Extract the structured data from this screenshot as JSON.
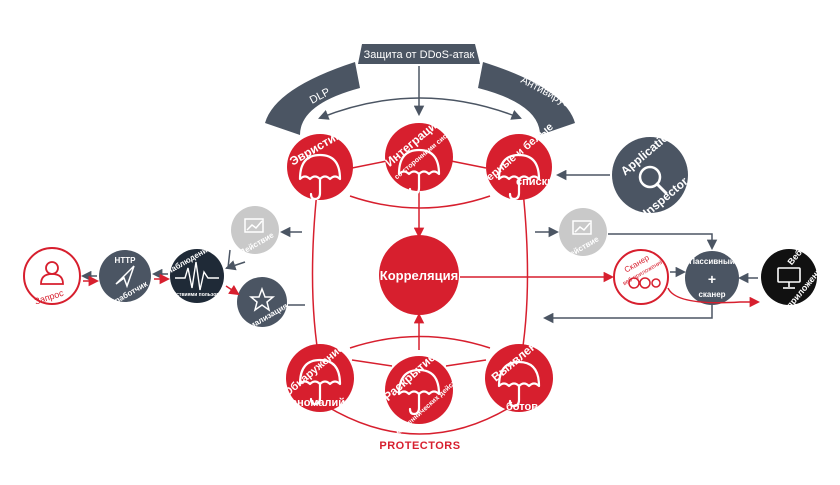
{
  "top_arc": {
    "left": "DLP",
    "center": "Защита от DDoS-атак",
    "right": "Антивирус"
  },
  "protectors_top": [
    {
      "line1": "Эвристика",
      "line2": ""
    },
    {
      "line1": "Интеграция",
      "line2": "со сторонними системами"
    },
    {
      "line1": "Черные и белые",
      "line2": "списки"
    }
  ],
  "protectors_bottom": [
    {
      "line1": "Обнаружение",
      "line2": "аномалий"
    },
    {
      "line1": "Раскрытие",
      "line2": "мошеннических действий"
    },
    {
      "line1": "Выявление",
      "line2": "ботов"
    }
  ],
  "center_node": "Корреляция",
  "protectors_label": "PROTECTORS",
  "app_inspector": {
    "line1": "Application",
    "line2": "Inspector"
  },
  "left_chain": {
    "request": "Запрос",
    "http": {
      "line1": "HTTP",
      "line2": "обработчик"
    },
    "observe": {
      "line1": "Наблюдение",
      "line2": "за действиями пользователя"
    },
    "action": "Действие",
    "normalize": "Нормализация"
  },
  "right_chain": {
    "action": "Действие",
    "scanner": {
      "line1": "Сканер",
      "line2": "веб-приложений"
    },
    "passive": {
      "line1": "Пассивный",
      "line2": "сканер",
      "plus": "+"
    },
    "webapp": {
      "line1": "Веб-",
      "line2": "приложение"
    }
  },
  "colors": {
    "red": "#d71f2e",
    "dark": "#4b5563",
    "gray": "#c9c9c9",
    "black": "#111111"
  }
}
